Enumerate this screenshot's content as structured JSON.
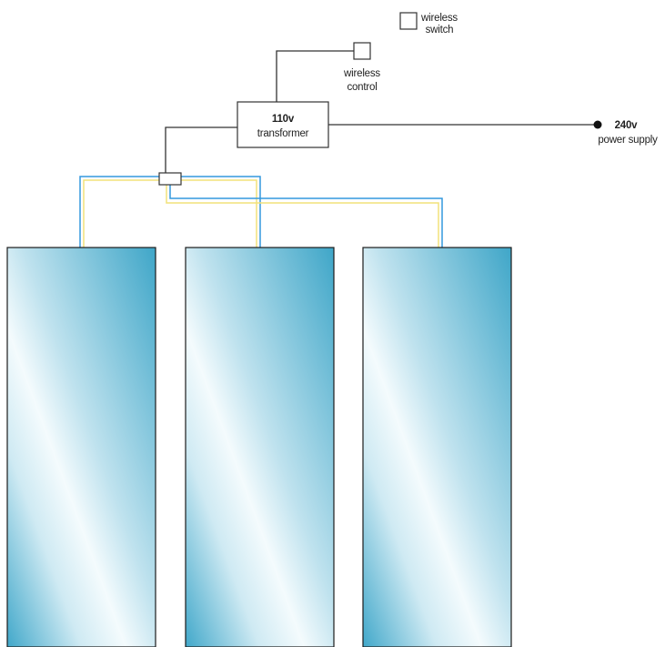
{
  "labels": {
    "wireless_switch": [
      "wireless",
      "switch"
    ],
    "wireless_control": [
      "wireless",
      "control"
    ],
    "transformer": [
      "110v",
      "transformer"
    ],
    "power_supply": [
      "240v",
      "power supply"
    ]
  },
  "panels_count": 3,
  "colors": {
    "line": "#333333",
    "wire_blue": "#3399dd",
    "wire_yellow": "#f2e27a",
    "panel_dark": "#3fa6c8",
    "panel_light": "#f4fbfd",
    "panel_border": "#1c1c1c"
  }
}
